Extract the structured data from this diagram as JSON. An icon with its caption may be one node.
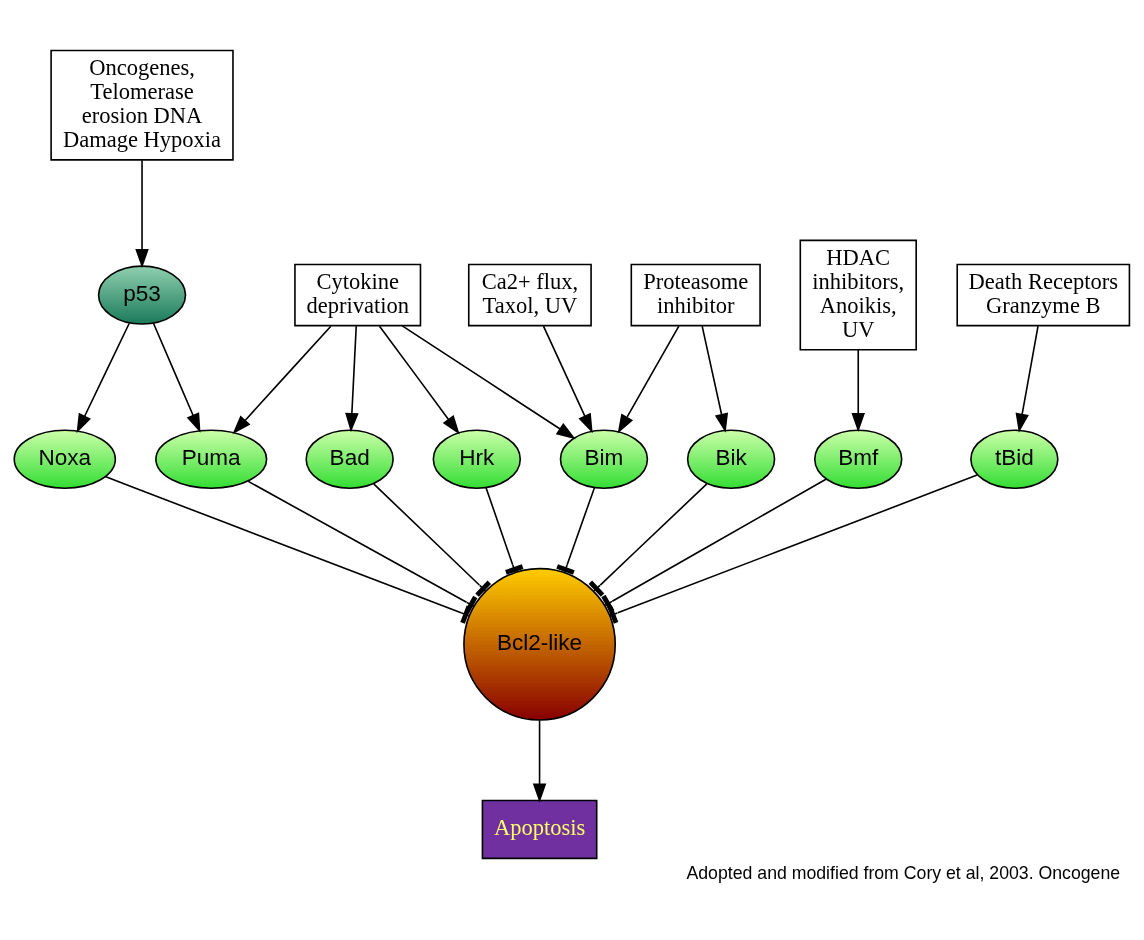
{
  "diagram": {
    "caption": "Adopted and modified from Cory et al, 2003. Oncogene",
    "nodes": [
      {
        "text": [
          "Oncogenes, Telomerase erosion DNA Damage Hypoxia"
        ]
      },
      {
        "text": [
          "Cytokine deprivation"
        ]
      },
      {
        "text": [
          "Ca2+ flux, Taxol, UV"
        ]
      },
      {
        "text": [
          "Proteasome inhibitor"
        ]
      },
      {
        "text": [
          "HDAC inhibitors, Anoikis, UV"
        ]
      },
      {
        "text": [
          "Death Receptors Granzyme B"
        ]
      },
      {
        "text": [
          "p53"
        ]
      },
      {
        "text": [
          "Puma"
        ]
      },
      {
        "text": [
          "Bad"
        ]
      },
      {
        "text": [
          "Hrk"
        ]
      },
      {
        "text": [
          "Bim"
        ]
      },
      {
        "text": [
          "Bik"
        ]
      },
      {
        "text": [
          "Noxa"
        ]
      },
      {
        "text": [
          "Bmf"
        ]
      },
      {
        "text": [
          "tBid"
        ]
      },
      {
        "text": [
          "Bcl2-like"
        ]
      },
      {
        "text": [
          "Apoptosis"
        ]
      }
    ],
    "edges": [
      {
        "from": 0,
        "to": 6,
        "arrow": "to"
      },
      {
        "from": 6,
        "to": 7,
        "arrow": "to"
      },
      {
        "from": 6,
        "to": 12,
        "arrow": "to"
      },
      {
        "from": 1,
        "to": 7,
        "arrow": "to"
      },
      {
        "from": 1,
        "to": 8,
        "arrow": "to"
      },
      {
        "from": 1,
        "to": 9,
        "arrow": "to"
      },
      {
        "from": 1,
        "to": 10,
        "arrow": "to"
      },
      {
        "from": 2,
        "to": 10,
        "arrow": "to"
      },
      {
        "from": 3,
        "to": 10,
        "arrow": "to"
      },
      {
        "from": 3,
        "to": 11,
        "arrow": "to"
      },
      {
        "from": 4,
        "to": 13,
        "arrow": "to"
      },
      {
        "from": 5,
        "to": 14,
        "arrow": "to"
      },
      {
        "from": 12,
        "to": 15,
        "arrow": "other"
      },
      {
        "from": 7,
        "to": 15,
        "arrow": "other"
      },
      {
        "from": 8,
        "to": 15,
        "arrow": "other"
      },
      {
        "from": 9,
        "to": 15,
        "arrow": "other"
      },
      {
        "from": 10,
        "to": 15,
        "arrow": "other"
      },
      {
        "from": 11,
        "to": 15,
        "arrow": "other"
      },
      {
        "from": 13,
        "to": 15,
        "arrow": "other"
      },
      {
        "from": 14,
        "to": 15,
        "arrow": "other"
      },
      {
        "from": 15,
        "to": 16,
        "arrow": "to"
      }
    ]
  }
}
